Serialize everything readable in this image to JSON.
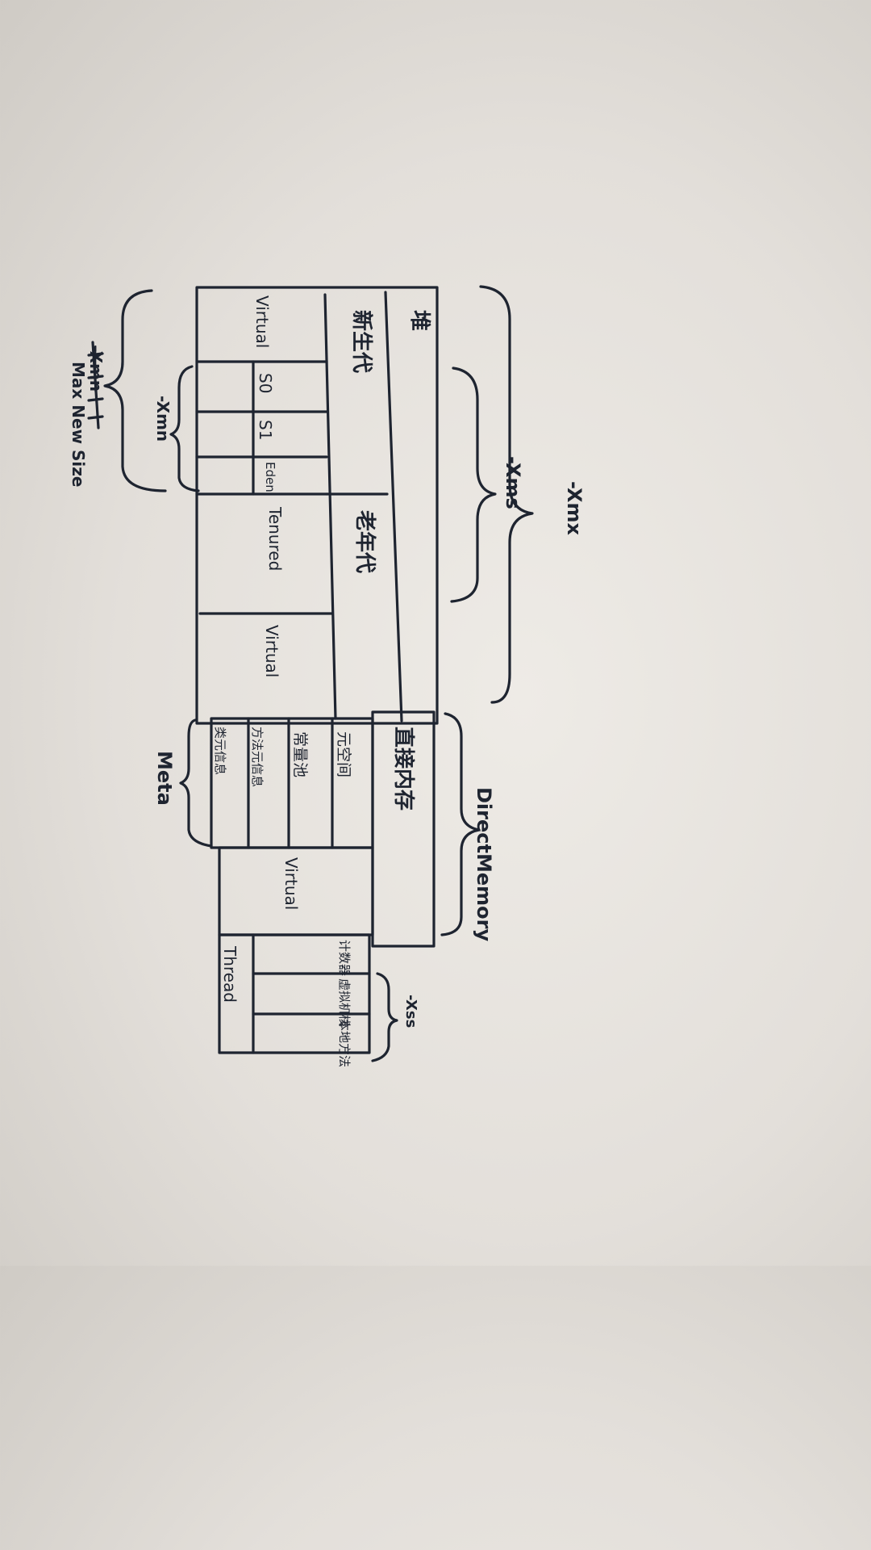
{
  "colors": {
    "ink": "#1e2430",
    "paper": "#e8e5e0"
  },
  "heap": {
    "title": "堆",
    "young": {
      "label": "新生代",
      "virtual": "Virtual",
      "s0": "S0",
      "s1": "S1",
      "eden": "Eden"
    },
    "old": {
      "label": "老年代",
      "tenured": "Tenured",
      "virtual": "Virtual"
    }
  },
  "direct_memory": {
    "label": "直接内存",
    "meta_space": {
      "label": "元空间",
      "constant_pool": "常量池",
      "method_meta": "方法元信息",
      "class_meta": "类元信息"
    },
    "virtual": "Virtual"
  },
  "thread": {
    "label": "Thread",
    "program_counter": "计数器",
    "vm_stack": "虚拟机栈",
    "native_method": "本地方法"
  },
  "annotations": {
    "xmx": "-Xmx",
    "xms": "-Xms",
    "xmn": "-Xmn",
    "max_new_size_strike": "-Xmn",
    "max_new_size": "Max New Size",
    "direct_memory": "DirectMemory",
    "meta": "Meta",
    "xss": "-Xss"
  }
}
